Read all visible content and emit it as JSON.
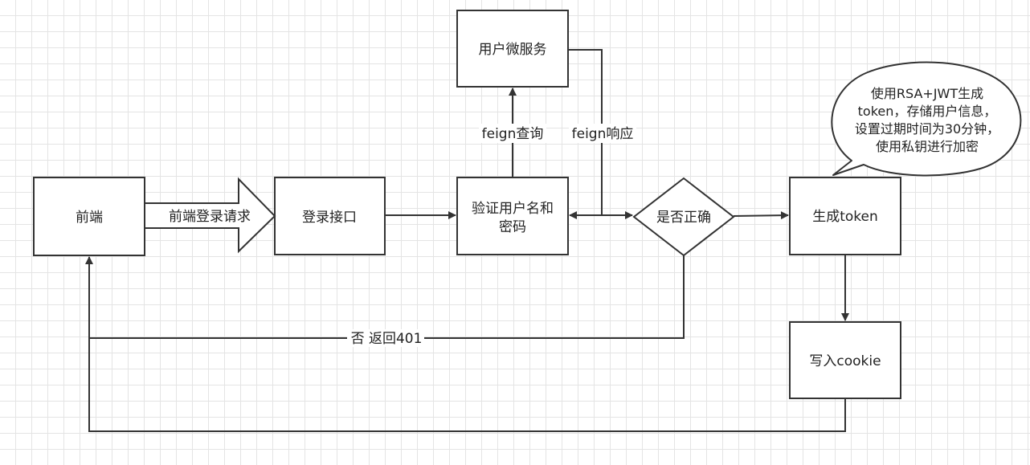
{
  "nodes": {
    "frontend": "前端",
    "login_api": "登录接口",
    "verify_line1": "验证用户名和",
    "verify_line2": "密码",
    "user_service": "用户微服务",
    "is_correct": "是否正确",
    "gen_token": "生成token",
    "write_cookie": "写入cookie"
  },
  "edges": {
    "login_request": "前端登录请求",
    "feign_query": "feign查询",
    "feign_response": "feign响应",
    "return_401": "否 返回401"
  },
  "callout": {
    "line1": "使用RSA+JWT生成",
    "line2": "token，存储用户信息，",
    "line3": "设置过期时间为30分钟，",
    "line4": "使用私钥进行加密"
  }
}
